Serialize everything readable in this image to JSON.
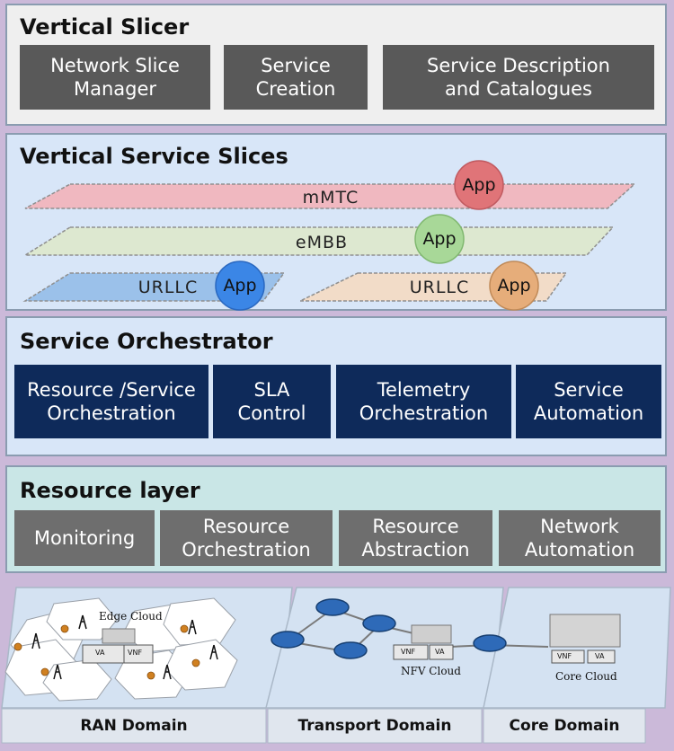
{
  "vertical_slicer": {
    "title": "Vertical Slicer",
    "boxes": [
      "Network Slice Manager",
      "Service Creation",
      "Service Description and Catalogues"
    ]
  },
  "vertical_service_slices": {
    "title": "Vertical Service Slices",
    "slices": [
      {
        "label": "mMTC",
        "app": "App",
        "color": "#f0b8c0",
        "app_color": "#e07478"
      },
      {
        "label": "eMBB",
        "app": "App",
        "color": "#dde8d0",
        "app_color": "#a8d898"
      },
      {
        "label": "URLLC",
        "app": "App",
        "color": "#9bc1ea",
        "app_color": "#3b86e6"
      },
      {
        "label": "URLLC",
        "app": "App",
        "color": "#f2dcc8",
        "app_color": "#e6ad7a"
      }
    ]
  },
  "service_orchestrator": {
    "title": "Service Orchestrator",
    "boxes": [
      "Resource /Service Orchestration",
      "SLA Control",
      "Telemetry Orchestration",
      "Service Automation"
    ]
  },
  "resource_layer": {
    "title": "Resource layer",
    "boxes": [
      "Monitoring",
      "Resource Orchestration",
      "Resource Abstraction",
      "Network Automation"
    ]
  },
  "domains": {
    "ran": "RAN Domain",
    "transport": "Transport Domain",
    "core": "Core Domain",
    "edge_cloud": "Edge Cloud",
    "nfv_cloud": "NFV Cloud",
    "core_cloud": "Core Cloud",
    "vnf": "VNF",
    "va": "VA"
  },
  "colors": {
    "slicer_bg": "#efefef",
    "slices_bg": "#d8e6f8",
    "orchestrator_bg": "#d8e6f8",
    "resource_bg": "#c9e6e6",
    "navy": "#0e2a5a",
    "grey": "#595959"
  }
}
